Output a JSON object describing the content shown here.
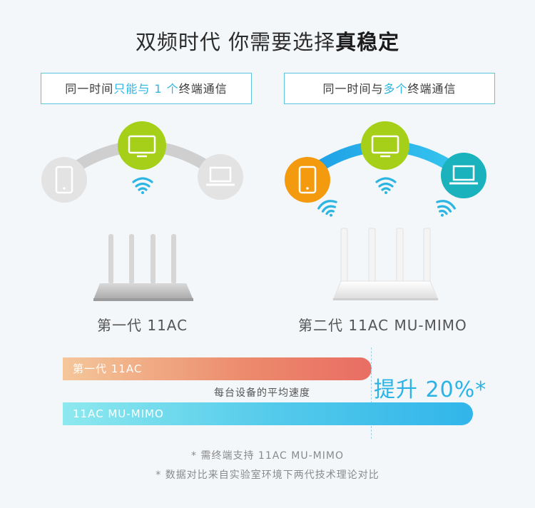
{
  "title": {
    "main": "双频时代  你需要选择",
    "emph": "真稳定"
  },
  "badge_left": {
    "pre": "同一时间",
    "hl1": "只能与",
    "hl2": " 1 个",
    "post": "终端通信"
  },
  "badge_right": {
    "pre": "同一时间与",
    "hl": "多个",
    "post": "终端通信"
  },
  "gen1_label": "第一代 11AC",
  "gen2_label": "第二代 11AC MU-MIMO",
  "bars": {
    "gen1": {
      "label": "第一代 11AC",
      "relative_speed": 1.0
    },
    "gen2": {
      "label": "11AC MU-MIMO",
      "relative_speed": 1.2
    }
  },
  "avg_label": "每台设备的平均速度",
  "improve_text": "提升 20%*",
  "notes": [
    "* 需终端支持 11AC MU-MIMO",
    "* 数据对比来自实验室环境下两代技术理论对比"
  ],
  "colors": {
    "accent": "#2db5e1",
    "tv_green": "#a6cf1a",
    "phone_orange": "#f39a0f",
    "laptop_teal": "#19b2bd",
    "inactive_gray": "#dedede"
  }
}
